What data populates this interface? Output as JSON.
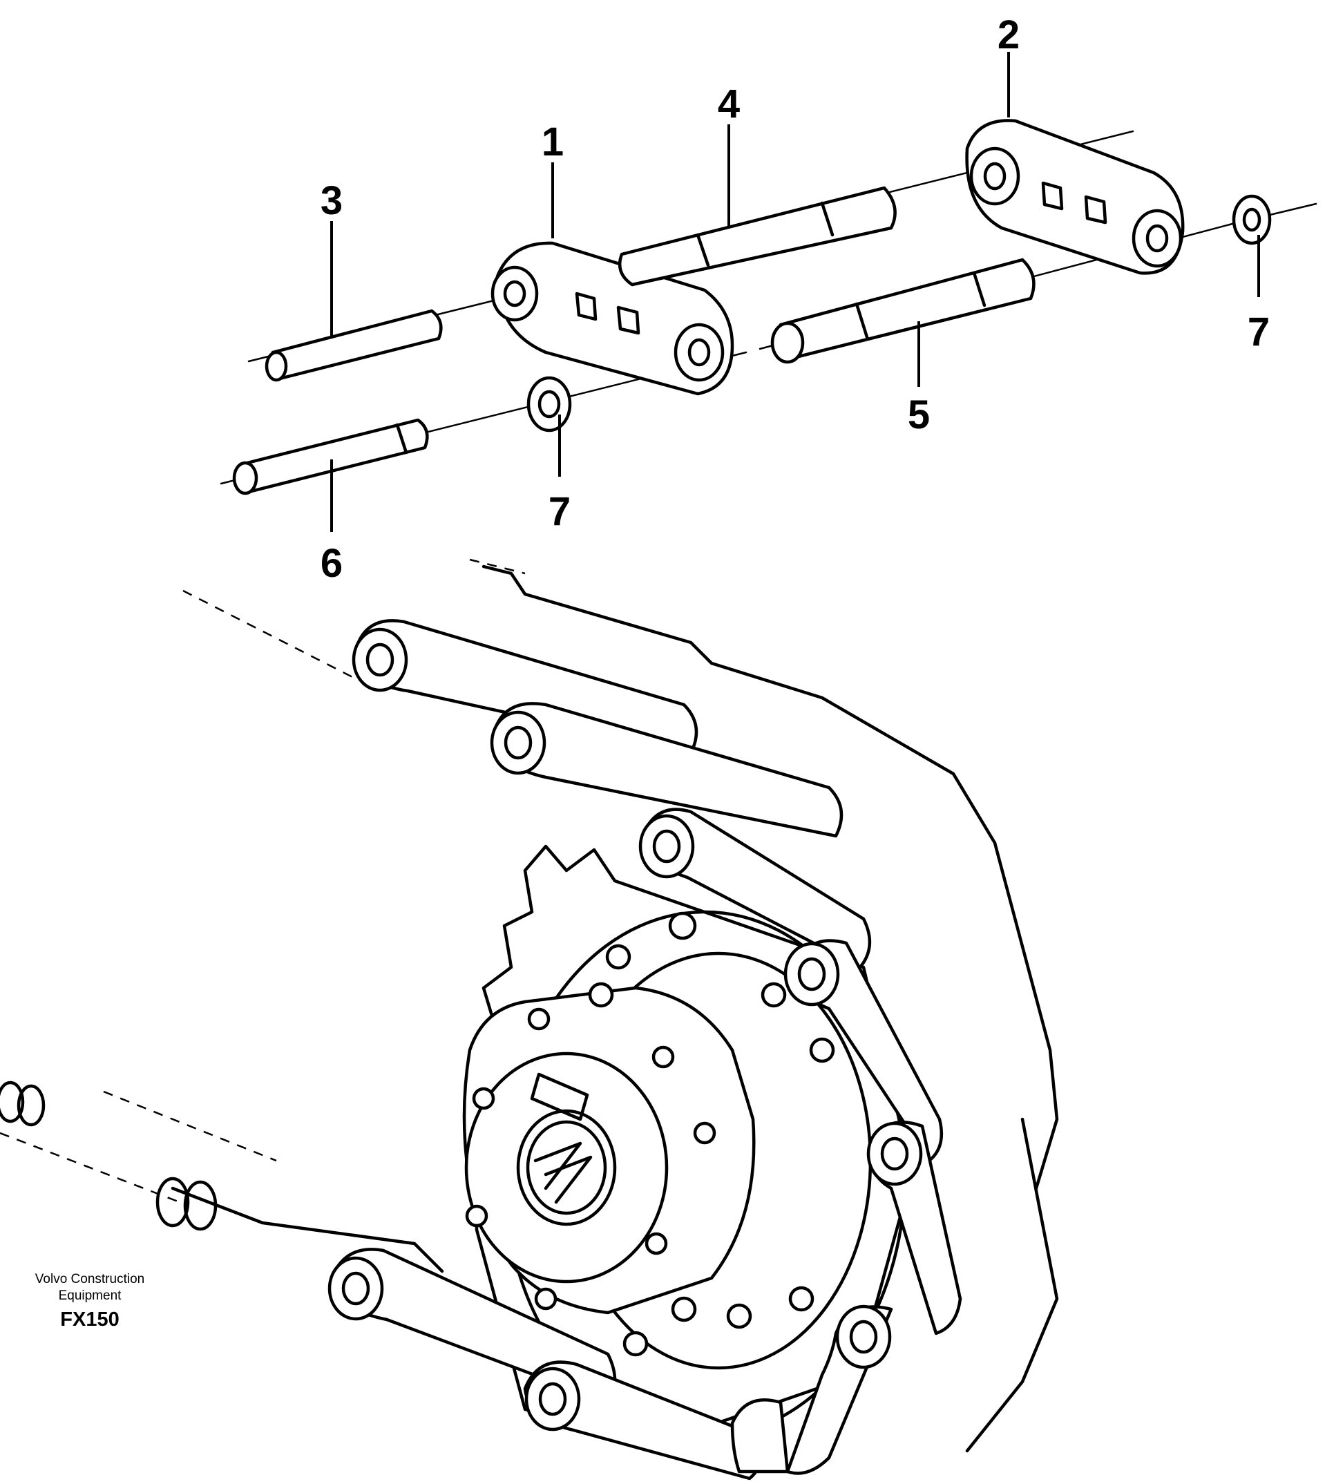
{
  "callouts": [
    {
      "id": "1",
      "label": "1"
    },
    {
      "id": "2",
      "label": "2"
    },
    {
      "id": "3",
      "label": "3"
    },
    {
      "id": "4",
      "label": "4"
    },
    {
      "id": "5",
      "label": "5"
    },
    {
      "id": "6",
      "label": "6"
    },
    {
      "id": "7a",
      "label": "7"
    },
    {
      "id": "7b",
      "label": "7"
    }
  ],
  "caption": {
    "brand_line1": "Volvo Construction",
    "brand_line2": "Equipment",
    "model": "FX150"
  }
}
